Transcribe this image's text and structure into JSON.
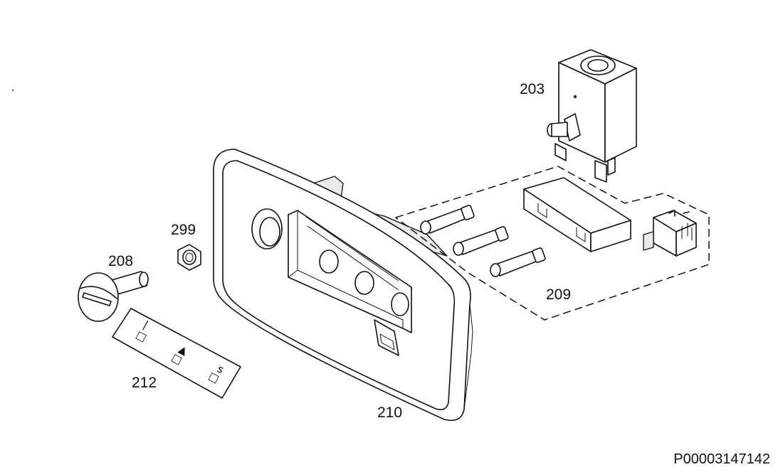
{
  "diagram": {
    "document_id": "P00003147142",
    "parts": [
      {
        "id": "203",
        "label": "203"
      },
      {
        "id": "209",
        "label": "209"
      },
      {
        "id": "299",
        "label": "299"
      },
      {
        "id": "208",
        "label": "208"
      },
      {
        "id": "212",
        "label": "212"
      },
      {
        "id": "210",
        "label": "210"
      }
    ]
  }
}
